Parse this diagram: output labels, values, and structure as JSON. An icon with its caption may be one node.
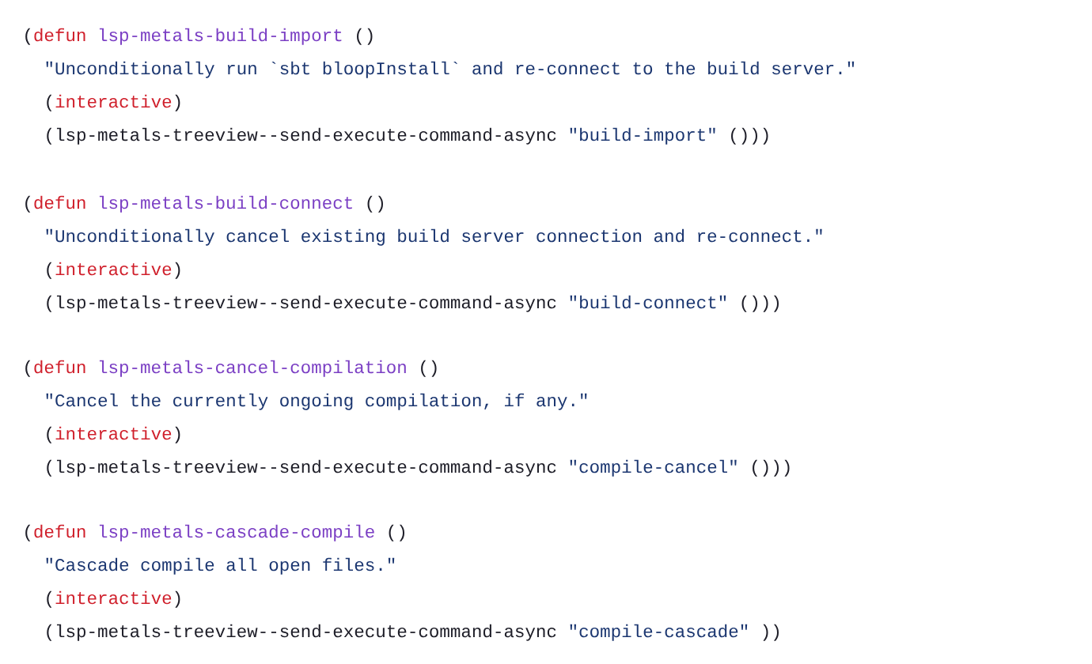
{
  "diagram": {
    "labels": [
      "(",
      "defun",
      "lsp-metals-build-import",
      "()",
      "\"Unconditionally run `sbt bloopInstall` and re-connect to the build server.\"",
      "(",
      "interactive",
      ")",
      "(lsp-metals-treeview--send-execute-command-async",
      "\"build-import\"",
      "()))",
      "(",
      "defun",
      "lsp-metals-build-connect",
      "()",
      "\"Unconditionally cancel existing build server connection and re-connect.\"",
      "(",
      "interactive",
      ")",
      "(lsp-metals-treeview--send-execute-command-async",
      "\"build-connect\"",
      "()))",
      "(",
      "defun",
      "lsp-metals-cancel-compilation",
      "()",
      "\"Cancel the currently ongoing compilation, if any.\"",
      "(",
      "interactive",
      ")",
      "(lsp-metals-treeview--send-execute-command-async",
      "\"compile-cancel\"",
      "()))",
      "(",
      "defun",
      "lsp-metals-cascade-compile",
      "()",
      "\"Cascade compile all open files.\"",
      "(",
      "interactive",
      ")",
      "(lsp-metals-treeview--send-execute-command-async",
      "\"compile-cascade\"",
      "))"
    ]
  }
}
